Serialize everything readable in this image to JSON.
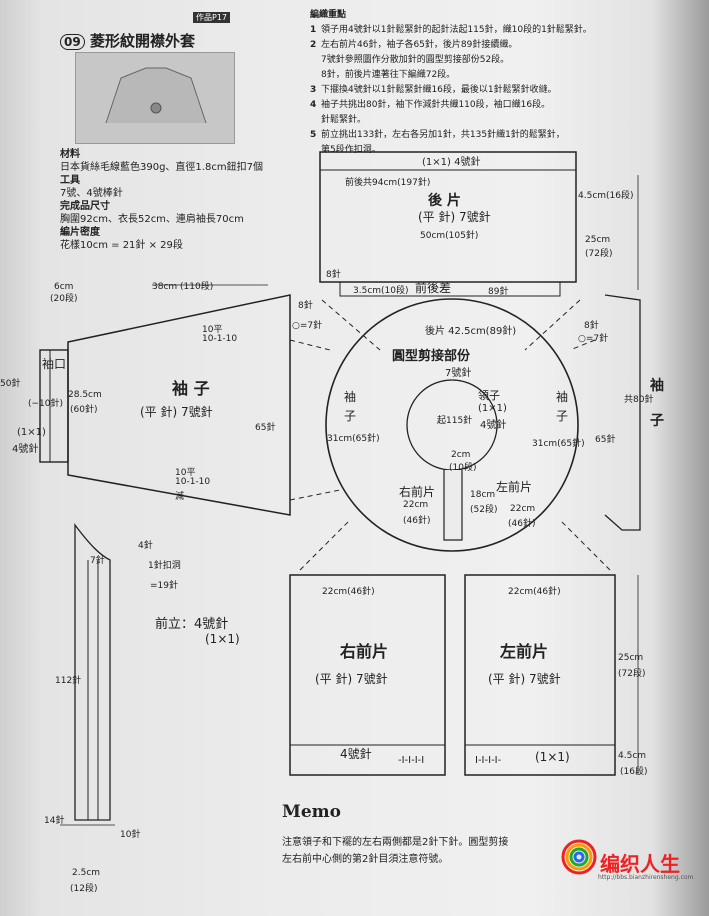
{
  "header": {
    "number": "09",
    "title": "菱形紋開襟外套",
    "page_ref": "作品P17"
  },
  "materials": {
    "material_h": "材料",
    "material": "日本貨絲毛線藍色390g、直徑1.8cm鈕扣7個",
    "tools_h": "工具",
    "tools": "7號、4號棒針",
    "size_h": "完成品尺寸",
    "size": "胸圍92cm、衣長52cm、連肩袖長70cm",
    "gauge_h": "編片密度",
    "gauge": "花樣10cm = 21針 × 29段"
  },
  "steps": {
    "heading": "編織重點",
    "items": [
      {
        "num": "1",
        "text": "領子用4號針以1針鬆緊針的起針法起115針，織10段的1針鬆緊針。"
      },
      {
        "num": "2",
        "text": "左右前片46針，袖子各65針，後片89針接續織。"
      },
      {
        "num": "",
        "text": "7號針參照圖作分散加針的圓型剪接部份52段。"
      },
      {
        "num": "",
        "text": "8針，前後片連著往下編織72段。"
      },
      {
        "num": "3",
        "text": "下擺換4號針以1針鬆緊針織16段，最後以1針鬆緊針收縫。"
      },
      {
        "num": "4",
        "text": "袖子共挑出80針，袖下作減針共織110段，袖口織16段。"
      },
      {
        "num": "",
        "text": "針鬆緊針。"
      },
      {
        "num": "5",
        "text": "前立挑出133針，左右各另加1針，共135針織1針的鬆緊針，"
      },
      {
        "num": "",
        "text": "第5段作扣洞。"
      }
    ]
  },
  "diagram": {
    "back": {
      "label": "後 片",
      "stitch": "(平 針) 7號針",
      "top_rib": "(1×1) 4號針",
      "width1": "前後共94cm(197針)",
      "width2": "50cm(105針)",
      "height": "25cm",
      "height_rows": "(72段)",
      "hem_h": "4.5cm(16段)",
      "diff_label": "前後差",
      "diff_w": "3.5cm(10段)",
      "diff_sts": "89針",
      "side_8": "8針"
    },
    "yoke": {
      "title": "圓型剪接部份",
      "needle": "7號針",
      "back_w": "後片 42.5cm(89針)",
      "collar": "領子",
      "collar_rib": "(1×1)",
      "collar_needle": "4號針",
      "cast_on": "起115針",
      "sleeve_l": "袖",
      "sleeve_l2": "子",
      "sleeve_r": "袖",
      "sleeve_r2": "子",
      "sleeve_w_l": "31cm(65針)",
      "sleeve_w_r": "31cm(65針)",
      "right_front": "右前片",
      "left_front": "左前片",
      "rf_w": "22cm",
      "rf_sts": "(46針)",
      "lf_w": "22cm",
      "lf_sts": "(46針)",
      "depth": "18cm",
      "depth_rows": "(52段)",
      "collar_h": "2cm",
      "collar_rows": "(10段)"
    },
    "sleeve": {
      "label": "袖 子",
      "stitch": "(平 針) 7號針",
      "cuff": "袖口",
      "cuff_rib": "(1×1)",
      "cuff_needle": "4號針",
      "cuff_cm": "6cm",
      "cuff_rows": "(20段)",
      "length": "38cm (110段)",
      "width": "28.5cm",
      "width_sts": "(60針)",
      "start_w": "65針",
      "dec1": "10平",
      "dec1b": "10-1-10",
      "dec2": "10平",
      "dec2b": "10-1-10",
      "dec2c": "減",
      "side_8": "8針",
      "side_7": "○=7針",
      "left_cut": "50針",
      "left_cut2": "(−10針)"
    },
    "right_sleeve": {
      "label1": "袖",
      "label2": "子",
      "sts": "65針",
      "count": "共80針",
      "side_8": "8針",
      "side_7": "○=7針"
    },
    "front_band": {
      "label": "前立：4號針",
      "rib": "(1×1)",
      "sts_4": "4針",
      "sts_7": "7針",
      "buttonhole": "1針扣洞",
      "sts_19": "=19針",
      "len": "112針",
      "sts_14": "14針",
      "sts_10": "10針",
      "width": "2.5cm",
      "rows": "(12段)"
    },
    "right_front": {
      "label": "右前片",
      "stitch": "(平 針) 7號針",
      "width": "22cm(46針)",
      "rib": "4號針",
      "marks": "-I-I-I-I"
    },
    "left_front": {
      "label": "左前片",
      "stitch": "(平 針) 7號針",
      "width": "22cm(46針)",
      "rib": "(1×1)",
      "marks": "I-I-I-I-",
      "height": "25cm",
      "height_rows": "(72段)",
      "hem": "4.5cm",
      "hem_rows": "(16段)"
    }
  },
  "memo": {
    "title": "Memo",
    "line1": "注意領子和下襬的左右兩側都是2針下針。圓型剪接",
    "line2": "左右前中心側的第2針目須注意符號。"
  },
  "watermark": {
    "text": "编织人生",
    "url": "http://bbs.bianzhirensheng.com"
  },
  "colors": {
    "paper": "#ececec",
    "ink": "#222222",
    "watermark_red": "#e22222"
  }
}
